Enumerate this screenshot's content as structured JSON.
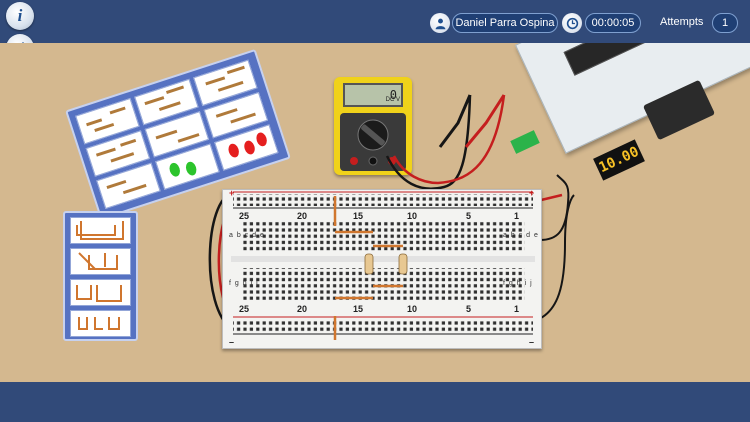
{
  "status": {
    "user_name": "Daniel Parra Ospina",
    "timer": "00:00:05",
    "attempts_label": "Attempts",
    "attempts_count": "1"
  },
  "toolbar": {
    "info_label": "i",
    "help_label": "?"
  },
  "breadboard": {
    "top_numbers": [
      "25",
      "20",
      "15",
      "10",
      "5",
      "1"
    ],
    "bottom_numbers": [
      "25",
      "20",
      "15",
      "10",
      "5",
      "1"
    ],
    "letters_top": "a b c d e",
    "letters_bottom": "f g h i j",
    "rail_plus": "+",
    "rail_minus": "–"
  },
  "multimeter": {
    "reading": "0",
    "unit": "DC V"
  },
  "power_supply": {
    "display": "10.00"
  },
  "colors": {
    "nav_blue": "#314a79",
    "bench": "#d4b88f",
    "multimeter_yellow": "#f0d21a",
    "wire_red": "#c51e1e",
    "wire_black": "#161616",
    "wire_orange": "#d0762e"
  }
}
